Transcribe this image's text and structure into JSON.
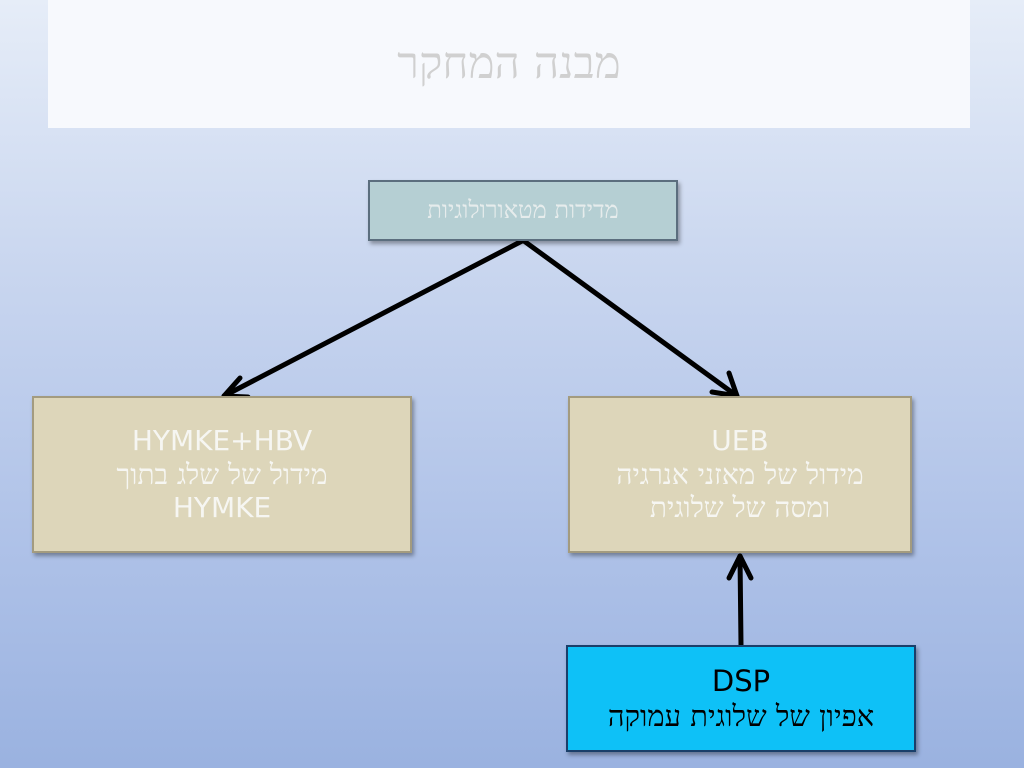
{
  "slide": {
    "title": "מבנה המחקר"
  },
  "diagram": {
    "meteo": {
      "label": "מדידות מטאורולוגיות"
    },
    "hymke": {
      "line1": "HYMKE+HBV",
      "line2": "מידול של שלג בתוך",
      "line3": "HYMKE"
    },
    "ueb": {
      "line1": "UEB",
      "line2": "מידול של מאזני אנרגיה",
      "line3": "ומסה של שלוגית"
    },
    "dsp": {
      "line1": "DSP",
      "line2": "אפיון של שלוגית עמוקה"
    }
  },
  "colors": {
    "arrow": "#000000",
    "meteo_fill": "#b5cfd3",
    "model_fill": "#ddd6ba",
    "dsp_fill": "#0ec1f7"
  }
}
